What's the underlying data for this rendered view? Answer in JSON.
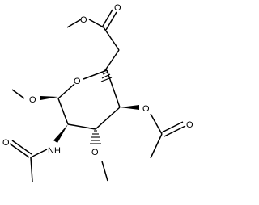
{
  "molecule": {
    "atoms": {
      "ring_oxygen": "O",
      "ester_carbonyl_oxygen": "O",
      "ester_ether_oxygen": "O",
      "anomeric_methoxy_oxygen": "O",
      "acetate_ester_oxygen": "O",
      "acetate_carbonyl_oxygen": "O",
      "methoxy_oxygen_c3": "O",
      "acetamide_nitrogen": "NH",
      "acetamide_carbonyl_oxygen": "O"
    }
  }
}
